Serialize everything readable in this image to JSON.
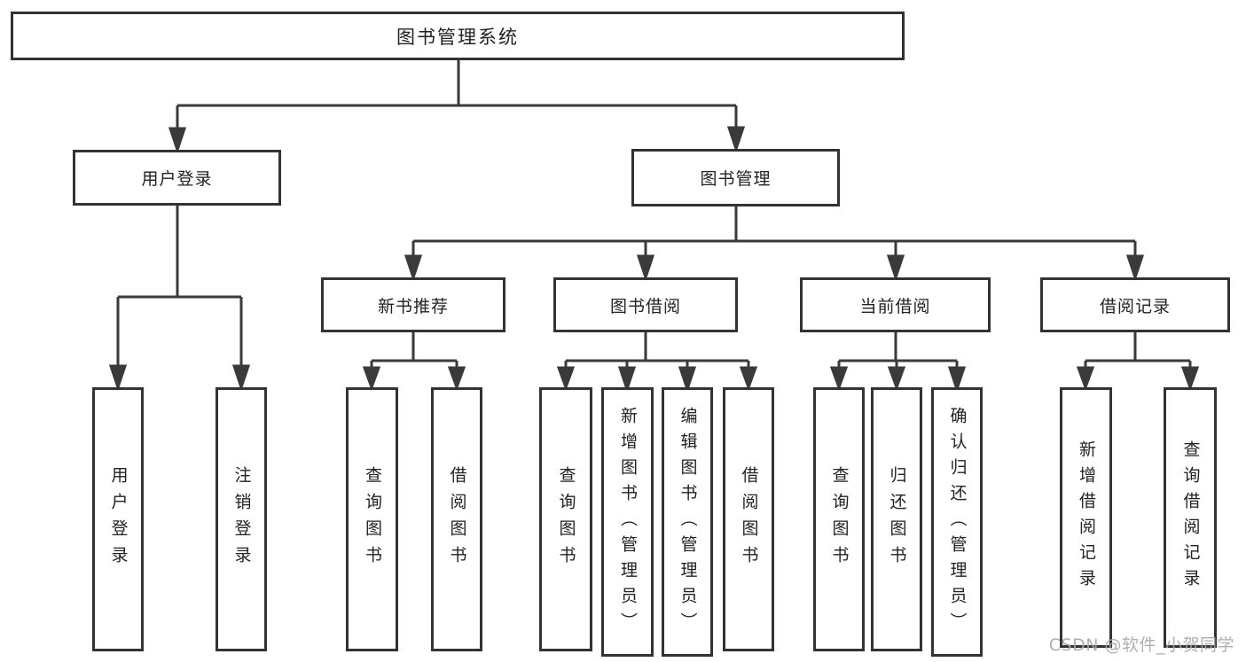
{
  "diagram": {
    "root": {
      "label": "图书管理系统"
    },
    "branches": [
      {
        "label": "用户登录",
        "children": [
          {
            "label": "用户登录"
          },
          {
            "label": "注销登录"
          }
        ]
      },
      {
        "label": "图书管理",
        "children": [
          {
            "label": "新书推荐",
            "children": [
              {
                "label": "查询图书"
              },
              {
                "label": "借阅图书"
              }
            ]
          },
          {
            "label": "图书借阅",
            "children": [
              {
                "label": "查询图书"
              },
              {
                "label": "新增图书（管理员）"
              },
              {
                "label": "编辑图书（管理员）"
              },
              {
                "label": "借阅图书"
              }
            ]
          },
          {
            "label": "当前借阅",
            "children": [
              {
                "label": "查询图书"
              },
              {
                "label": "归还图书"
              },
              {
                "label": "确认归还（管理员）"
              }
            ]
          },
          {
            "label": "借阅记录",
            "children": [
              {
                "label": "新增借阅记录"
              },
              {
                "label": "查询借阅记录"
              }
            ]
          }
        ]
      }
    ]
  },
  "watermark": {
    "text": "CSDN @软件_小贺同学"
  },
  "colors": {
    "line": "#3a3a3a",
    "box_border": "#333333",
    "text": "#222222",
    "watermark": "#a9a9a9",
    "background": "#ffffff"
  }
}
